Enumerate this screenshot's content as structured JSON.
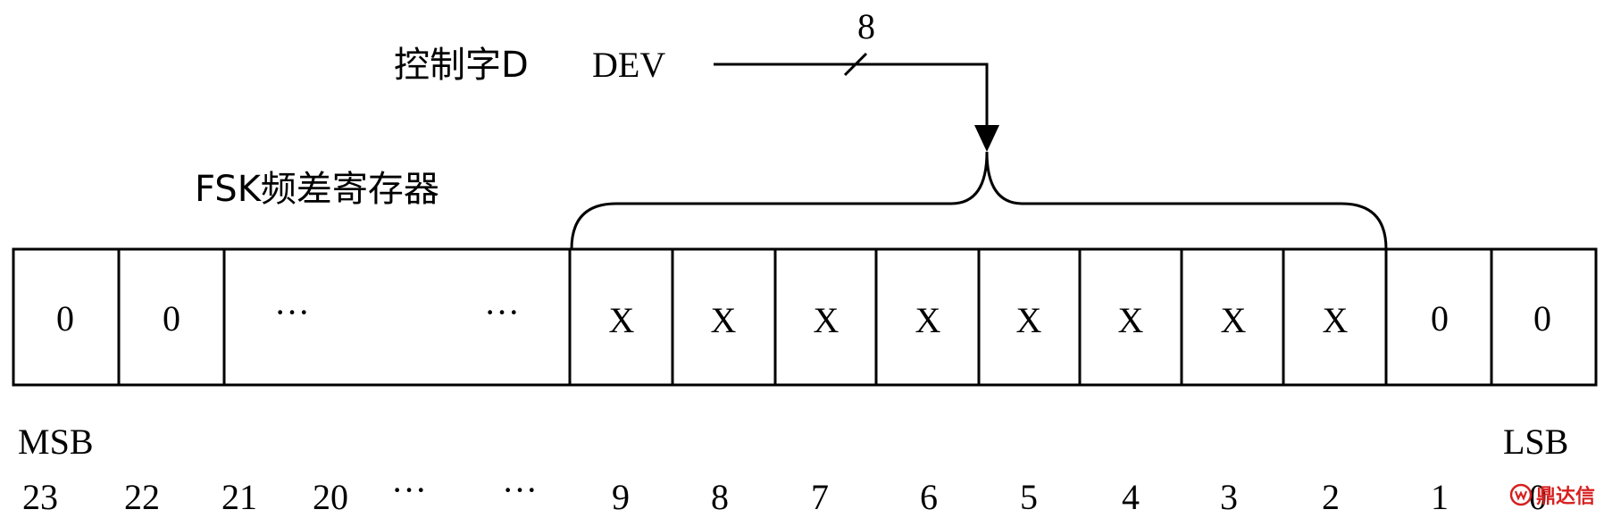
{
  "control": {
    "label_cn": "控制字D",
    "label_en": "DEV",
    "bus_width": "8"
  },
  "register": {
    "title": "FSK频差寄存器",
    "cells": [
      "0",
      "0",
      "···",
      "···",
      "X",
      "X",
      "X",
      "X",
      "X",
      "X",
      "X",
      "X",
      "0",
      "0"
    ]
  },
  "ends": {
    "msb": "MSB",
    "lsb": "LSB"
  },
  "bit_indices": [
    "23",
    "22",
    "21",
    "20",
    "···",
    "···",
    "9",
    "8",
    "7",
    "6",
    "5",
    "4",
    "3",
    "2",
    "1",
    "0"
  ],
  "watermark": {
    "text": "鼎达信",
    "color": "#d62020"
  }
}
